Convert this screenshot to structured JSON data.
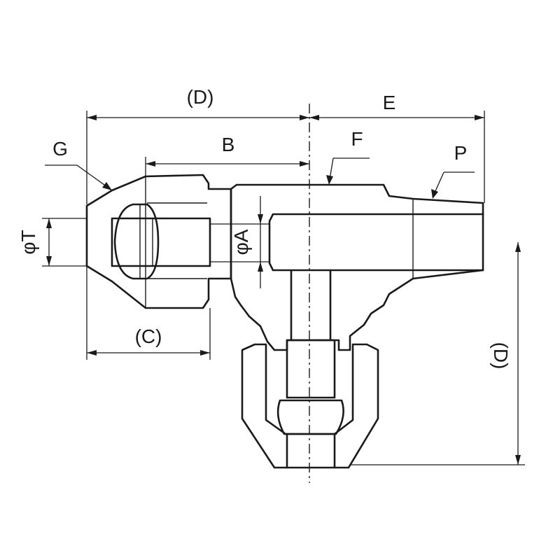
{
  "labels": {
    "d_top": "(D)",
    "e": "E",
    "b": "B",
    "f": "F",
    "g": "G",
    "p": "P",
    "phi_t": "φT",
    "phi_a": "φA",
    "c": "(C)",
    "d_right": "(D)"
  }
}
